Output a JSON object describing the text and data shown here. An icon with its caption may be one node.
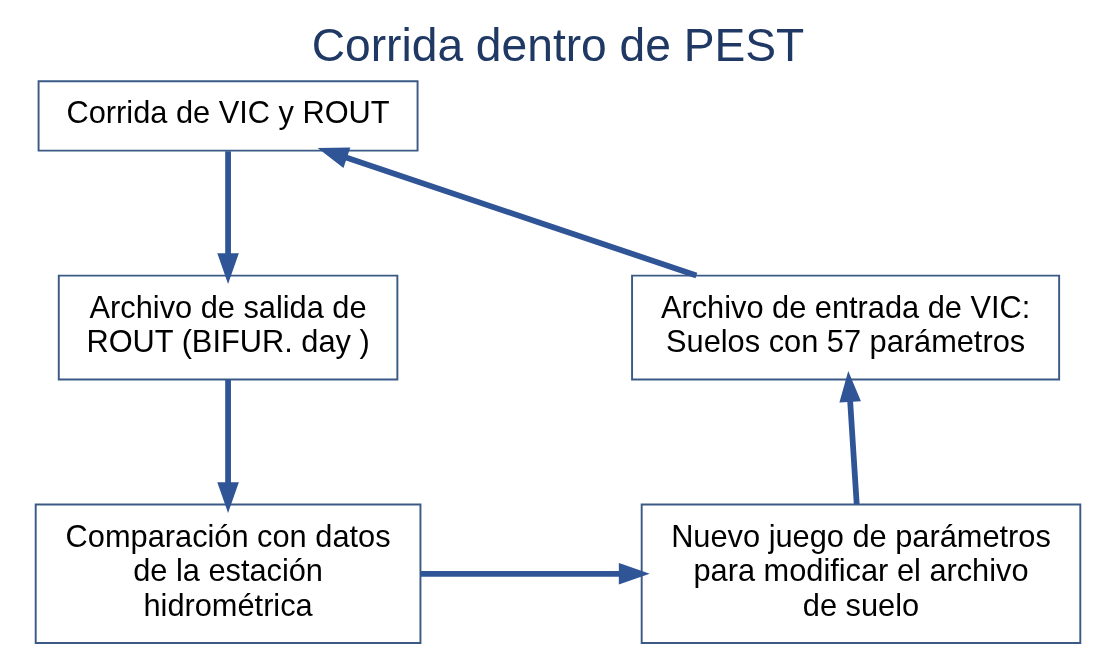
{
  "diagram": {
    "title": "Corrida dentro de PEST",
    "nodes": [
      {
        "text": [
          "Corrida de VIC y ROUT"
        ]
      },
      {
        "text": [
          "Archivo de entrada de VIC: Suelos con 57 parámetros"
        ]
      },
      {
        "text": [
          "Archivo de salida de ROUT (BIFUR. day )"
        ]
      },
      {
        "text": [
          "Nuevo juego de parámetros para modificar el archivo de suelo"
        ]
      },
      {
        "text": [
          "Comparación con datos de la estación hidrométrica"
        ]
      }
    ],
    "edges": [
      {
        "from": 0,
        "to": 2,
        "arrow": "to"
      },
      {
        "from": 2,
        "to": 4,
        "arrow": "to"
      },
      {
        "from": 4,
        "to": 3,
        "arrow": "to"
      },
      {
        "from": 3,
        "to": 1,
        "arrow": "to"
      },
      {
        "from": 1,
        "to": 0,
        "arrow": "to"
      }
    ]
  }
}
